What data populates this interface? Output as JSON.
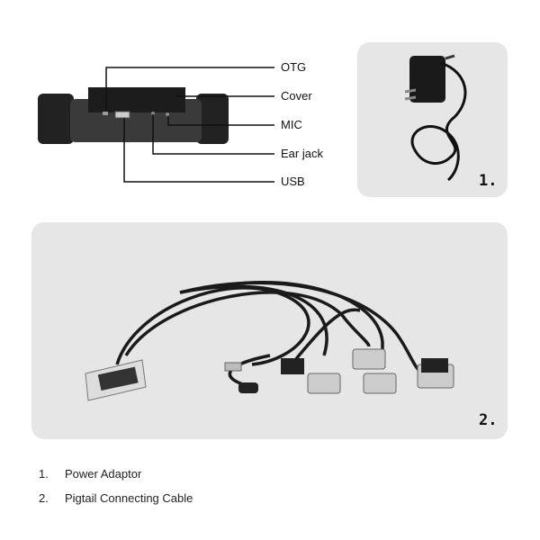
{
  "device_callouts": {
    "otg": "OTG",
    "cover": "Cover",
    "mic": "MIC",
    "ear_jack": "Ear jack",
    "usb": "USB"
  },
  "panels": {
    "adapter_number": "1.",
    "cable_number": "2."
  },
  "list": [
    {
      "number": "1.",
      "label": "Power Adaptor"
    },
    {
      "number": "2.",
      "label": "Pigtail Connecting Cable"
    }
  ]
}
